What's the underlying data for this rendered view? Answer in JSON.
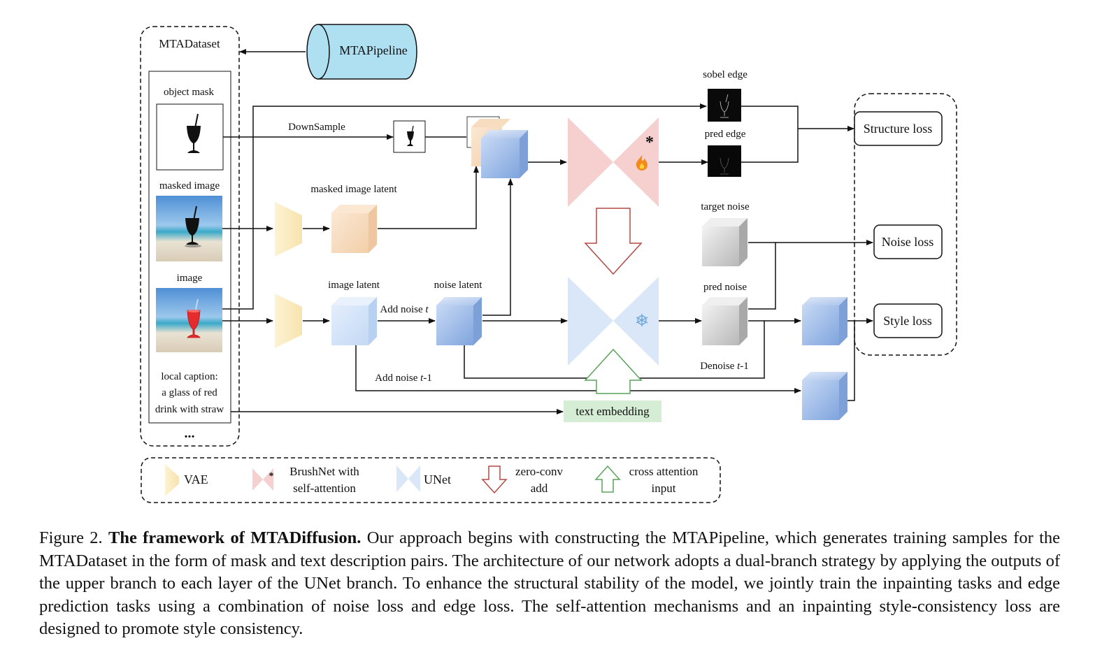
{
  "diagram": {
    "dataset_title": "MTADataset",
    "pipeline_label": "MTAPipeline",
    "object_mask_label": "object mask",
    "masked_image_label": "masked image",
    "image_label": "image",
    "caption_lines": [
      "local caption:",
      "a glass of red",
      "drink with straw"
    ],
    "ellipsis": "...",
    "downsample_label": "DownSample",
    "masked_latent_label": "masked image latent",
    "image_latent_label": "image latent",
    "noise_latent_label": "noise latent",
    "add_noise_t_prefix": "Add noise ",
    "add_noise_t_var": "t",
    "add_noise_t1_prefix": "Add noise ",
    "add_noise_t1_var": "t",
    "add_noise_t1_suffix": "-1",
    "denoise_prefix": "Denoise ",
    "denoise_var": "t",
    "denoise_suffix": "-1",
    "sobel_edge_label": "sobel edge",
    "pred_edge_label": "pred edge",
    "target_noise_label": "target noise",
    "pred_noise_label": "pred noise",
    "text_embedding_label": "text embedding",
    "structure_loss": "Structure loss",
    "noise_loss": "Noise loss",
    "style_loss": "Style loss",
    "brushnet_star": "*"
  },
  "legend": {
    "vae": "VAE",
    "brushnet_line1": "BrushNet with",
    "brushnet_line2": "self-attention",
    "brushnet_star": "*",
    "unet": "UNet",
    "zero_conv_line1": "zero-conv",
    "zero_conv_line2": "add",
    "cross_attn_line1": "cross attention",
    "cross_attn_line2": "input"
  },
  "caption": {
    "prefix": "Figure 2. ",
    "bold": "The framework of MTADiffusion.",
    "body": " Our approach begins with constructing the MTAPipeline, which generates training samples for the MTADataset in the form of mask and text description pairs.  The architecture of our network adopts a dual-branch strategy by applying the outputs of the upper branch to each layer of the UNet branch.  To enhance the structural stability of the model, we jointly train the inpainting tasks and edge prediction tasks using a combination of noise loss and edge loss. The self-attention mechanisms and an inpainting style-consistency loss are designed to promote style consistency."
  },
  "colors": {
    "vae": "#fcefc4",
    "brushnet": "#f6cfcf",
    "unet": "#d9e7f8",
    "pipeline": "#aee0f2",
    "text_embedding": "#d5ecd5",
    "zero_conv_arrow": "#b44a46",
    "cross_attn_arrow": "#5aa35a",
    "latent_blue": "#8fb3e6",
    "masked_latent": "#f5d9bd",
    "gray_cube": "#c9c9c9"
  }
}
